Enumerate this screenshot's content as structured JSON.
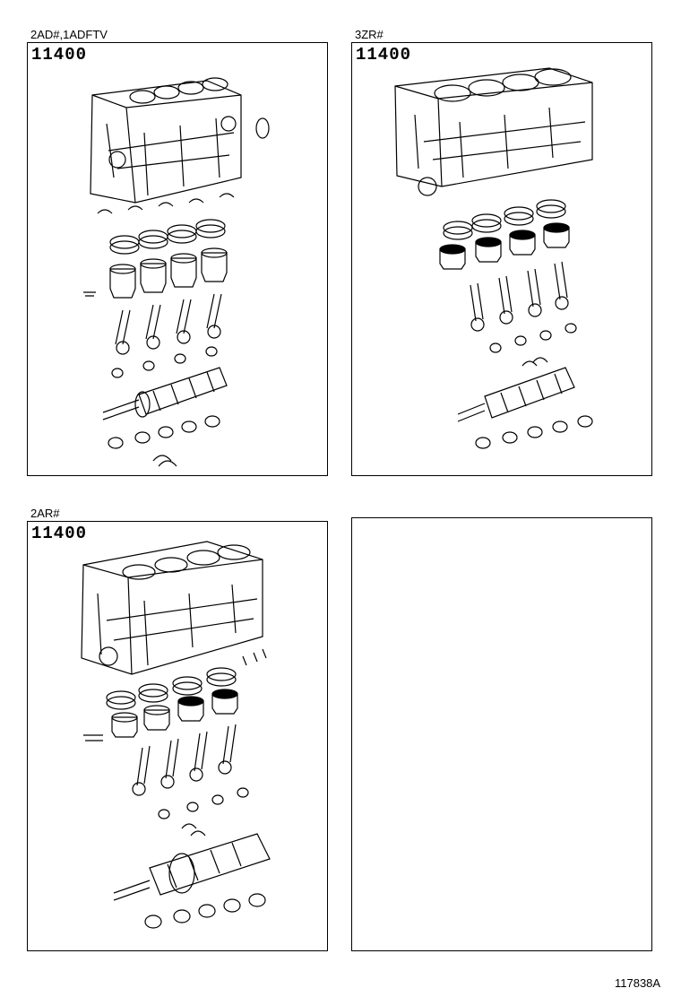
{
  "panels": [
    {
      "caption": "2AD#,1ADFTV",
      "part_number": "11400"
    },
    {
      "caption": "3ZR#",
      "part_number": "11400"
    },
    {
      "caption": "2AR#",
      "part_number": "11400"
    },
    {
      "caption": "",
      "part_number": ""
    }
  ],
  "figure_number": "117838A"
}
